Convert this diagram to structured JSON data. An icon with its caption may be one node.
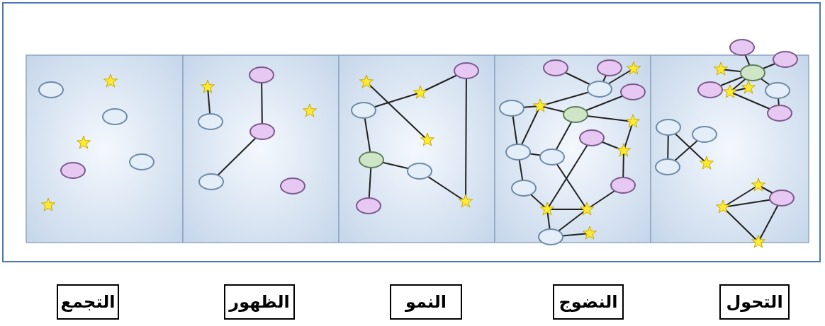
{
  "diagram": {
    "nodes": [
      {
        "text": [
          "التجمع"
        ]
      },
      {
        "text": [
          "الظهور"
        ]
      },
      {
        "text": [
          "النمو"
        ]
      },
      {
        "text": [
          "النضوج"
        ]
      },
      {
        "text": [
          "التحول"
        ]
      }
    ]
  }
}
